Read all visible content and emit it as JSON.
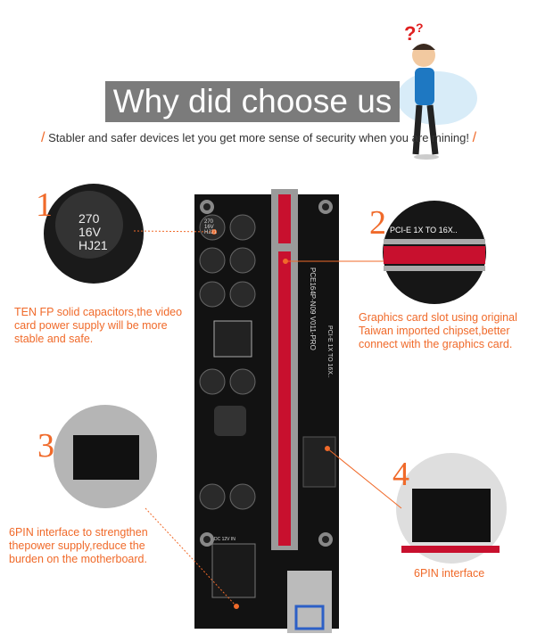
{
  "header": {
    "title": "Why did choose us",
    "subtitle": "Stabler and safer devices let you get more sense of security when you are mining!",
    "slash": "/"
  },
  "features": [
    {
      "number": "1",
      "caption": "TEN FP solid capacitors,the video card power supply will be more stable and safe.",
      "closeup_text": [
        "270",
        "16V",
        "HJ21"
      ]
    },
    {
      "number": "2",
      "caption": "Graphics card slot using original Taiwan imported chipset,better connect with the graphics card.",
      "closeup_text": "PCI-E 1X TO 16X.."
    },
    {
      "number": "3",
      "caption": "6PIN interface to strengthen thepower supply,reduce the burden on the motherboard."
    },
    {
      "number": "4",
      "caption": "6PIN interface"
    }
  ],
  "board": {
    "model": "PCE164P-N09",
    "version": "V011-PRO",
    "label": "PCI-E 1X TO 16X..",
    "cap_text": [
      "270",
      "16V",
      "HJ21"
    ],
    "dc_label": "DC 12V IN"
  },
  "colors": {
    "accent": "#f06a2a",
    "board": "#121212",
    "slot": "#c8102e",
    "title_bg": "#7b7b7b"
  }
}
